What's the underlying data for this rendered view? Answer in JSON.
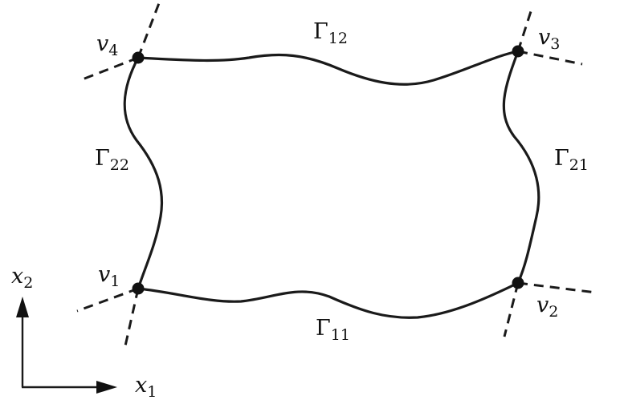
{
  "vertices": {
    "v1": {
      "base": "v",
      "sub": "1"
    },
    "v2": {
      "base": "v",
      "sub": "2"
    },
    "v3": {
      "base": "v",
      "sub": "3"
    },
    "v4": {
      "base": "v",
      "sub": "4"
    }
  },
  "edges": {
    "g11": {
      "base": "Γ",
      "sub": "11"
    },
    "g12": {
      "base": "Γ",
      "sub": "12"
    },
    "g21": {
      "base": "Γ",
      "sub": "21"
    },
    "g22": {
      "base": "Γ",
      "sub": "22"
    }
  },
  "axes": {
    "x1": {
      "base": "x",
      "sub": "1"
    },
    "x2": {
      "base": "x",
      "sub": "2"
    }
  }
}
